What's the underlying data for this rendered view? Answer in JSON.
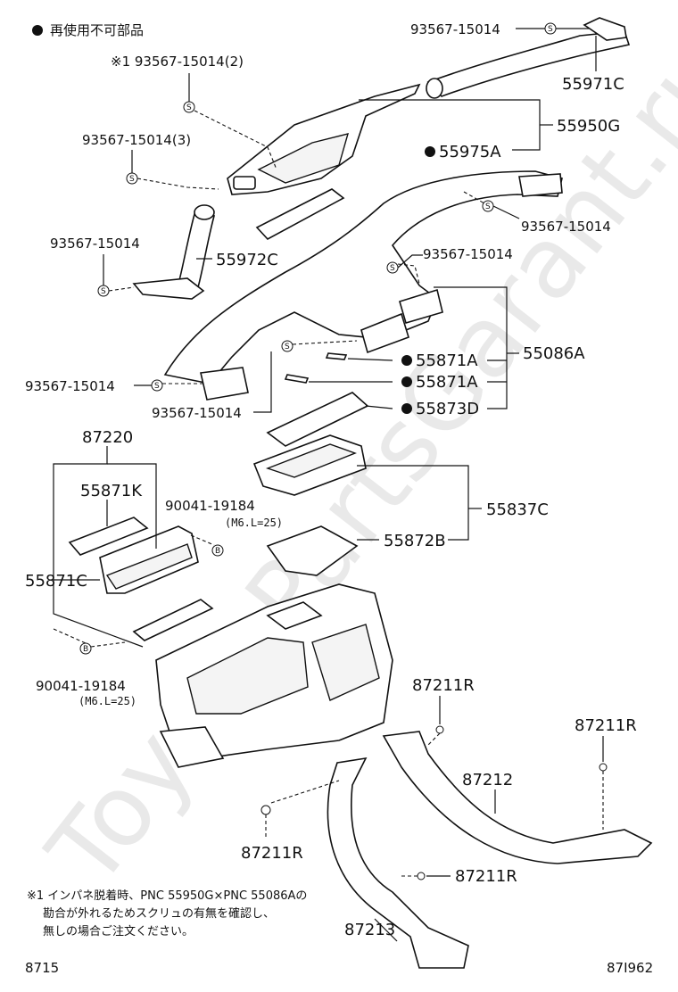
{
  "legend": {
    "marker": "●",
    "text": "再使用不可部品"
  },
  "watermark": "ToyotaPartsGarant.ru",
  "labels": {
    "p93567_top": "93567-15014",
    "p55971C": "55971C",
    "p93567_x1": "※1 93567-15014(2)",
    "p55950G": "55950G",
    "p93567_3": "93567-15014(3)",
    "p55975A": "55975A",
    "p93567_r1": "93567-15014",
    "p93567_left1": "93567-15014",
    "p55972C": "55972C",
    "p93567_r2": "93567-15014",
    "p55086A": "55086A",
    "p55871A_1": "55871A",
    "p93567_left2": "93567-15014",
    "p55871A_2": "55871A",
    "p93567_bottom": "93567-15014",
    "p55873D": "55873D",
    "p87220": "87220",
    "p55871K": "55871K",
    "p90041_top": "90041-19184",
    "p90041_top_sub": "(M6.L=25)",
    "p55837C": "55837C",
    "p55872B": "55872B",
    "p55871C": "55871C",
    "p90041_bot": "90041-19184",
    "p90041_bot_sub": "(M6.L=25)",
    "p87211R_1": "87211R",
    "p87211R_2": "87211R",
    "p87212": "87212",
    "p87211R_3": "87211R",
    "p87211R_4": "87211R",
    "p87213": "87213"
  },
  "symbols": {
    "screw": "S",
    "bolt": "B"
  },
  "footnote": [
    "※1 インパネ脱着時、PNC 55950G×PNC 55086Aの",
    "勘合が外れるためスクリュの有無を確認し、",
    "無しの場合ご注文ください。"
  ],
  "footer": {
    "left": "8715",
    "right": "87I962"
  }
}
